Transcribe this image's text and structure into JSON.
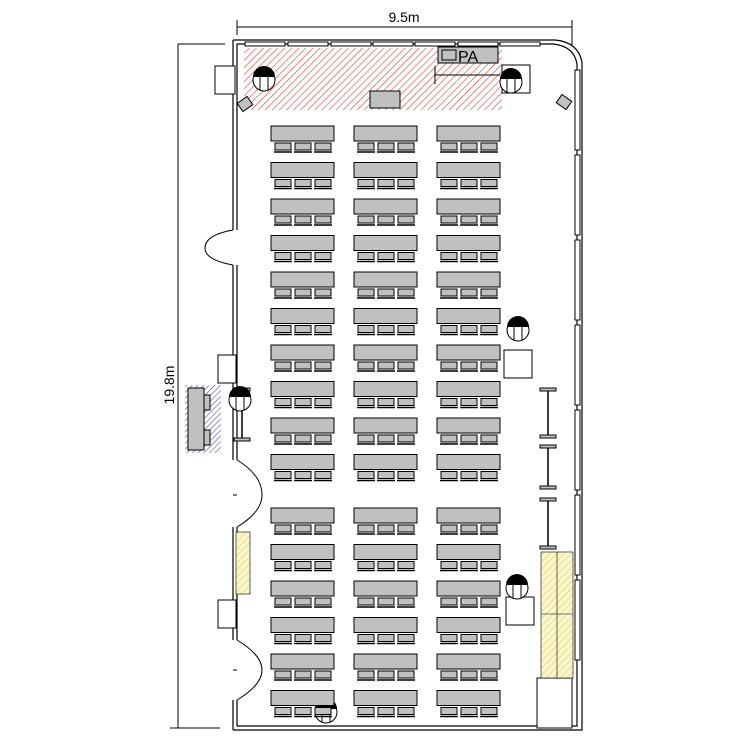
{
  "dimensions": {
    "width_label": "9.5m",
    "height_label": "19.8m"
  },
  "equipment": {
    "pa_label": "PA"
  },
  "seating": {
    "columns": 3,
    "rows_front": 10,
    "rows_back": 6,
    "seats_per_table": 3
  },
  "colors": {
    "table": "#c0c0c0",
    "stage_hatch": "#d04040",
    "storage_hatch": "#e8e070",
    "storage_fill": "#fbf7c8",
    "blue_hatch": "#5050a0"
  }
}
